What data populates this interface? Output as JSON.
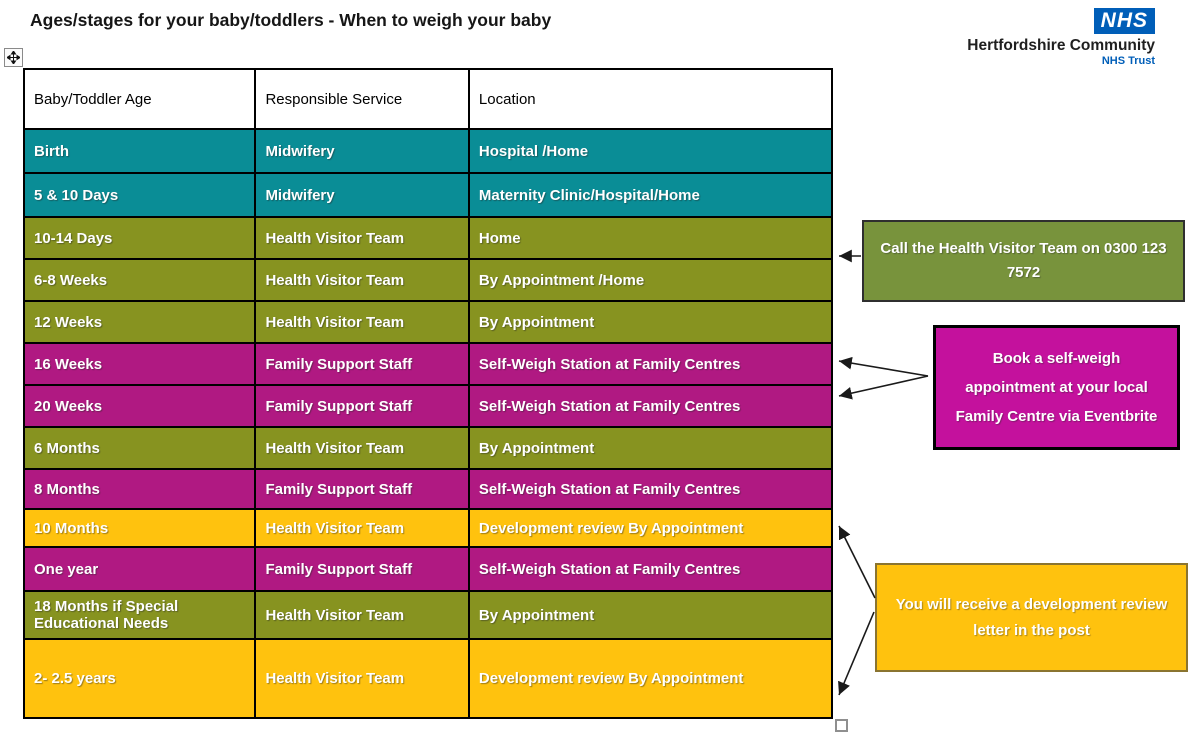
{
  "title": "Ages/stages for your baby/toddlers - When to weigh your baby",
  "logo": {
    "nhs": "NHS",
    "org": "Hertfordshire Community",
    "trust": "NHS Trust"
  },
  "table": {
    "headers": [
      "Baby/Toddler Age",
      "Responsible Service",
      "Location"
    ],
    "rows": [
      {
        "age": "Birth",
        "service": "Midwifery",
        "location": "Hospital /Home",
        "color": "teal"
      },
      {
        "age": "5 & 10 Days",
        "service": "Midwifery",
        "location": "Maternity Clinic/Hospital/Home",
        "color": "teal"
      },
      {
        "age": "10-14 Days",
        "service": "Health Visitor Team",
        "location": "Home",
        "color": "olive"
      },
      {
        "age": "6-8 Weeks",
        "service": "Health Visitor Team",
        "location": "By Appointment /Home",
        "color": "olive"
      },
      {
        "age": "12 Weeks",
        "service": "Health Visitor Team",
        "location": "By Appointment",
        "color": "olive"
      },
      {
        "age": "16 Weeks",
        "service": "Family Support Staff",
        "location": "Self-Weigh Station at Family Centres",
        "color": "magenta"
      },
      {
        "age": "20 Weeks",
        "service": "Family Support Staff",
        "location": "Self-Weigh Station at Family Centres",
        "color": "magenta"
      },
      {
        "age": "6 Months",
        "service": "Health Visitor Team",
        "location": "By Appointment",
        "color": "olive"
      },
      {
        "age": "8 Months",
        "service": "Family Support Staff",
        "location": "Self-Weigh Station at Family Centres",
        "color": "magenta"
      },
      {
        "age": "10 Months",
        "service": "Health Visitor Team",
        "location": "Development review By Appointment",
        "color": "yellow"
      },
      {
        "age": "One year",
        "service": "Family Support Staff",
        "location": "Self-Weigh Station at Family Centres",
        "color": "magenta"
      },
      {
        "age": "18 Months if Special Educational Needs",
        "service": "Health Visitor Team",
        "location": "By Appointment",
        "color": "olive"
      },
      {
        "age": "2- 2.5 years",
        "service": "Health Visitor Team",
        "location": "Development review By Appointment",
        "color": "yellow"
      }
    ]
  },
  "callouts": {
    "health_visitor": "Call the Health Visitor Team on 0300 123 7572",
    "self_weigh": "Book a self-weigh appointment at your local Family Centre via Eventbrite",
    "development_review": "You will receive a development review letter in the post"
  },
  "colors": {
    "teal": "#0A8D96",
    "olive": "#879320",
    "magenta": "#B01982",
    "yellow": "#FFC20E",
    "callout_green": "#78933C",
    "callout_magenta": "#C4119D",
    "callout_yellow": "#FFC20E",
    "nhs_blue": "#005EB8"
  }
}
